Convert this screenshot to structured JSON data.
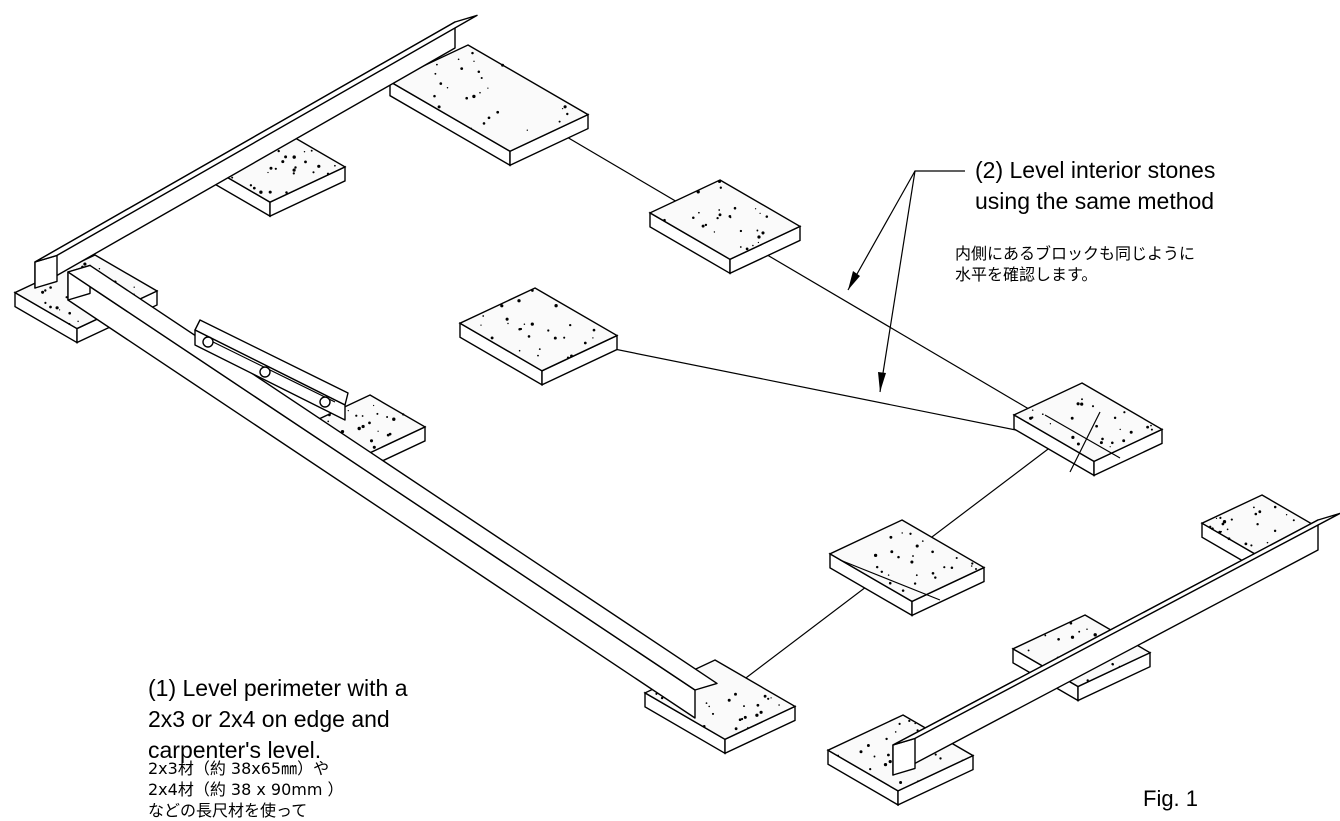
{
  "annotations": {
    "interior": {
      "en_line1": "(2) Level interior stones",
      "en_line2": "using the same method",
      "jp_line1": "内側にあるブロックも同じように",
      "jp_line2": "水平を確認します。"
    },
    "perimeter": {
      "en_line1": "(1) Level perimeter with a",
      "en_line2": "2x3 or 2x4 on edge and",
      "en_line3": "carpenter's level.",
      "jp_line1": "2x3材（約 38x65㎜）や",
      "jp_line2": "2x4材（約 38 x 90mm ）",
      "jp_line3": "などの長尺材を使って"
    }
  },
  "figure_label": "Fig. 1"
}
